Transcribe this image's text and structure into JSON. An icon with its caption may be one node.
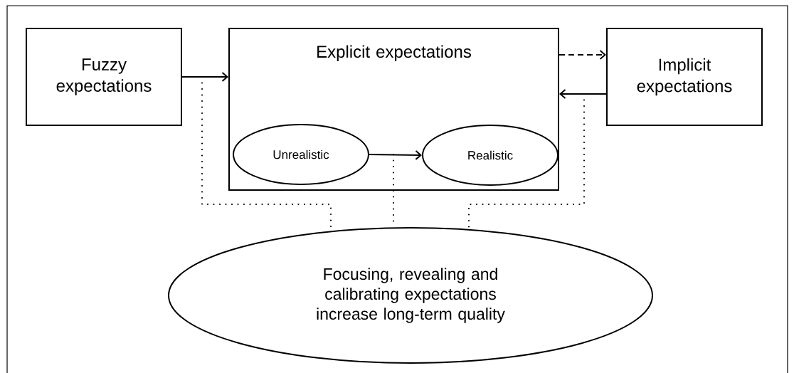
{
  "diagram": {
    "nodes": [
      {
        "text": [
          "Fuzzy expectations"
        ]
      },
      {
        "text": [
          "Explicit expectations"
        ]
      },
      {
        "text": [
          "Unrealistic"
        ],
        "in": 1
      },
      {
        "text": [
          "Realistic"
        ],
        "in": 1
      },
      {
        "text": [
          "Implicit expectations"
        ]
      },
      {
        "text": [
          "Focusing, revealing and calibrating expectations",
          "increase long-term quality"
        ]
      }
    ],
    "edges": [
      {
        "from": 0,
        "to": 1,
        "arrow": "to"
      },
      {
        "from": 1,
        "to": 4,
        "arrow": "to",
        "style": "dashed"
      },
      {
        "from": 4,
        "to": 1,
        "arrow": "to"
      },
      {
        "from": 2,
        "to": 3,
        "arrow": "to"
      },
      {
        "from": null,
        "to": 5,
        "arrow": "none",
        "style": "dashed"
      },
      {
        "from": null,
        "to": 5,
        "arrow": "none",
        "style": "dashed"
      },
      {
        "from": null,
        "to": 5,
        "arrow": "none",
        "style": "dashed"
      }
    ]
  }
}
